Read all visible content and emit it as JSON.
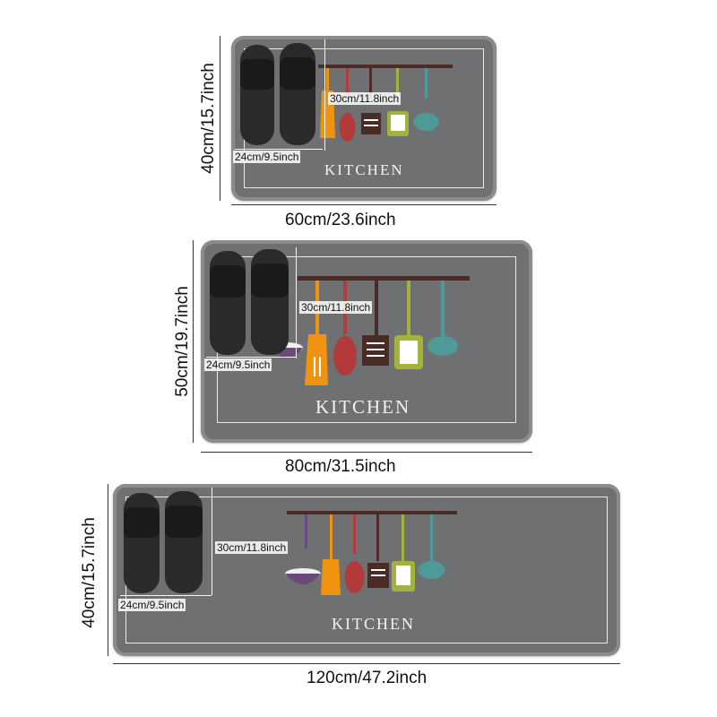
{
  "mats": [
    {
      "title": "KITCHEN",
      "width_label": "60cm/23.6inch",
      "height_label": "40cm/15.7inch",
      "slipper_width_label": "24cm/9.5inch",
      "slipper_length_label": "30cm/11.8inch"
    },
    {
      "title": "KITCHEN",
      "width_label": "80cm/31.5inch",
      "height_label": "50cm/19.7inch",
      "slipper_width_label": "24cm/9.5inch",
      "slipper_length_label": "30cm/11.8inch"
    },
    {
      "title": "KITCHEN",
      "width_label": "120cm/47.2inch",
      "height_label": "40cm/15.7inch",
      "slipper_width_label": "24cm/9.5inch",
      "slipper_length_label": "30cm/11.8inch"
    }
  ],
  "colors": {
    "mat": "#6e7072",
    "rail": "#4a2b26",
    "orange": "#f0930f",
    "red": "#b23a3a",
    "brown": "#4a2b26",
    "green": "#a3b23a",
    "teal": "#4e9a98",
    "bowl": "#6a4a78"
  }
}
